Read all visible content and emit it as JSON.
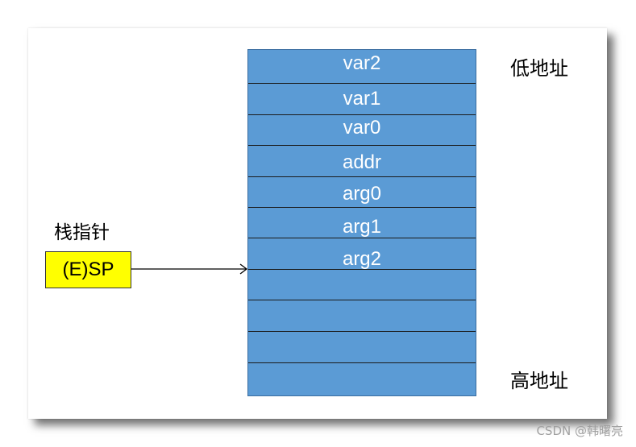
{
  "stack": {
    "slots": [
      {
        "label": "var2"
      },
      {
        "label": "var1"
      },
      {
        "label": "var0"
      },
      {
        "label": "addr"
      },
      {
        "label": "arg0"
      },
      {
        "label": "arg1"
      },
      {
        "label": "arg2"
      },
      {
        "label": ""
      },
      {
        "label": ""
      },
      {
        "label": ""
      },
      {
        "label": ""
      }
    ],
    "fill_color": "#5b9bd5",
    "text_color": "#ffffff"
  },
  "labels": {
    "low_address": "低地址",
    "high_address": "高地址"
  },
  "stack_pointer": {
    "title": "栈指针",
    "register": "(E)SP",
    "box_color": "#ffff00",
    "points_to_slot": 7
  },
  "watermark": "CSDN @韩曙亮"
}
